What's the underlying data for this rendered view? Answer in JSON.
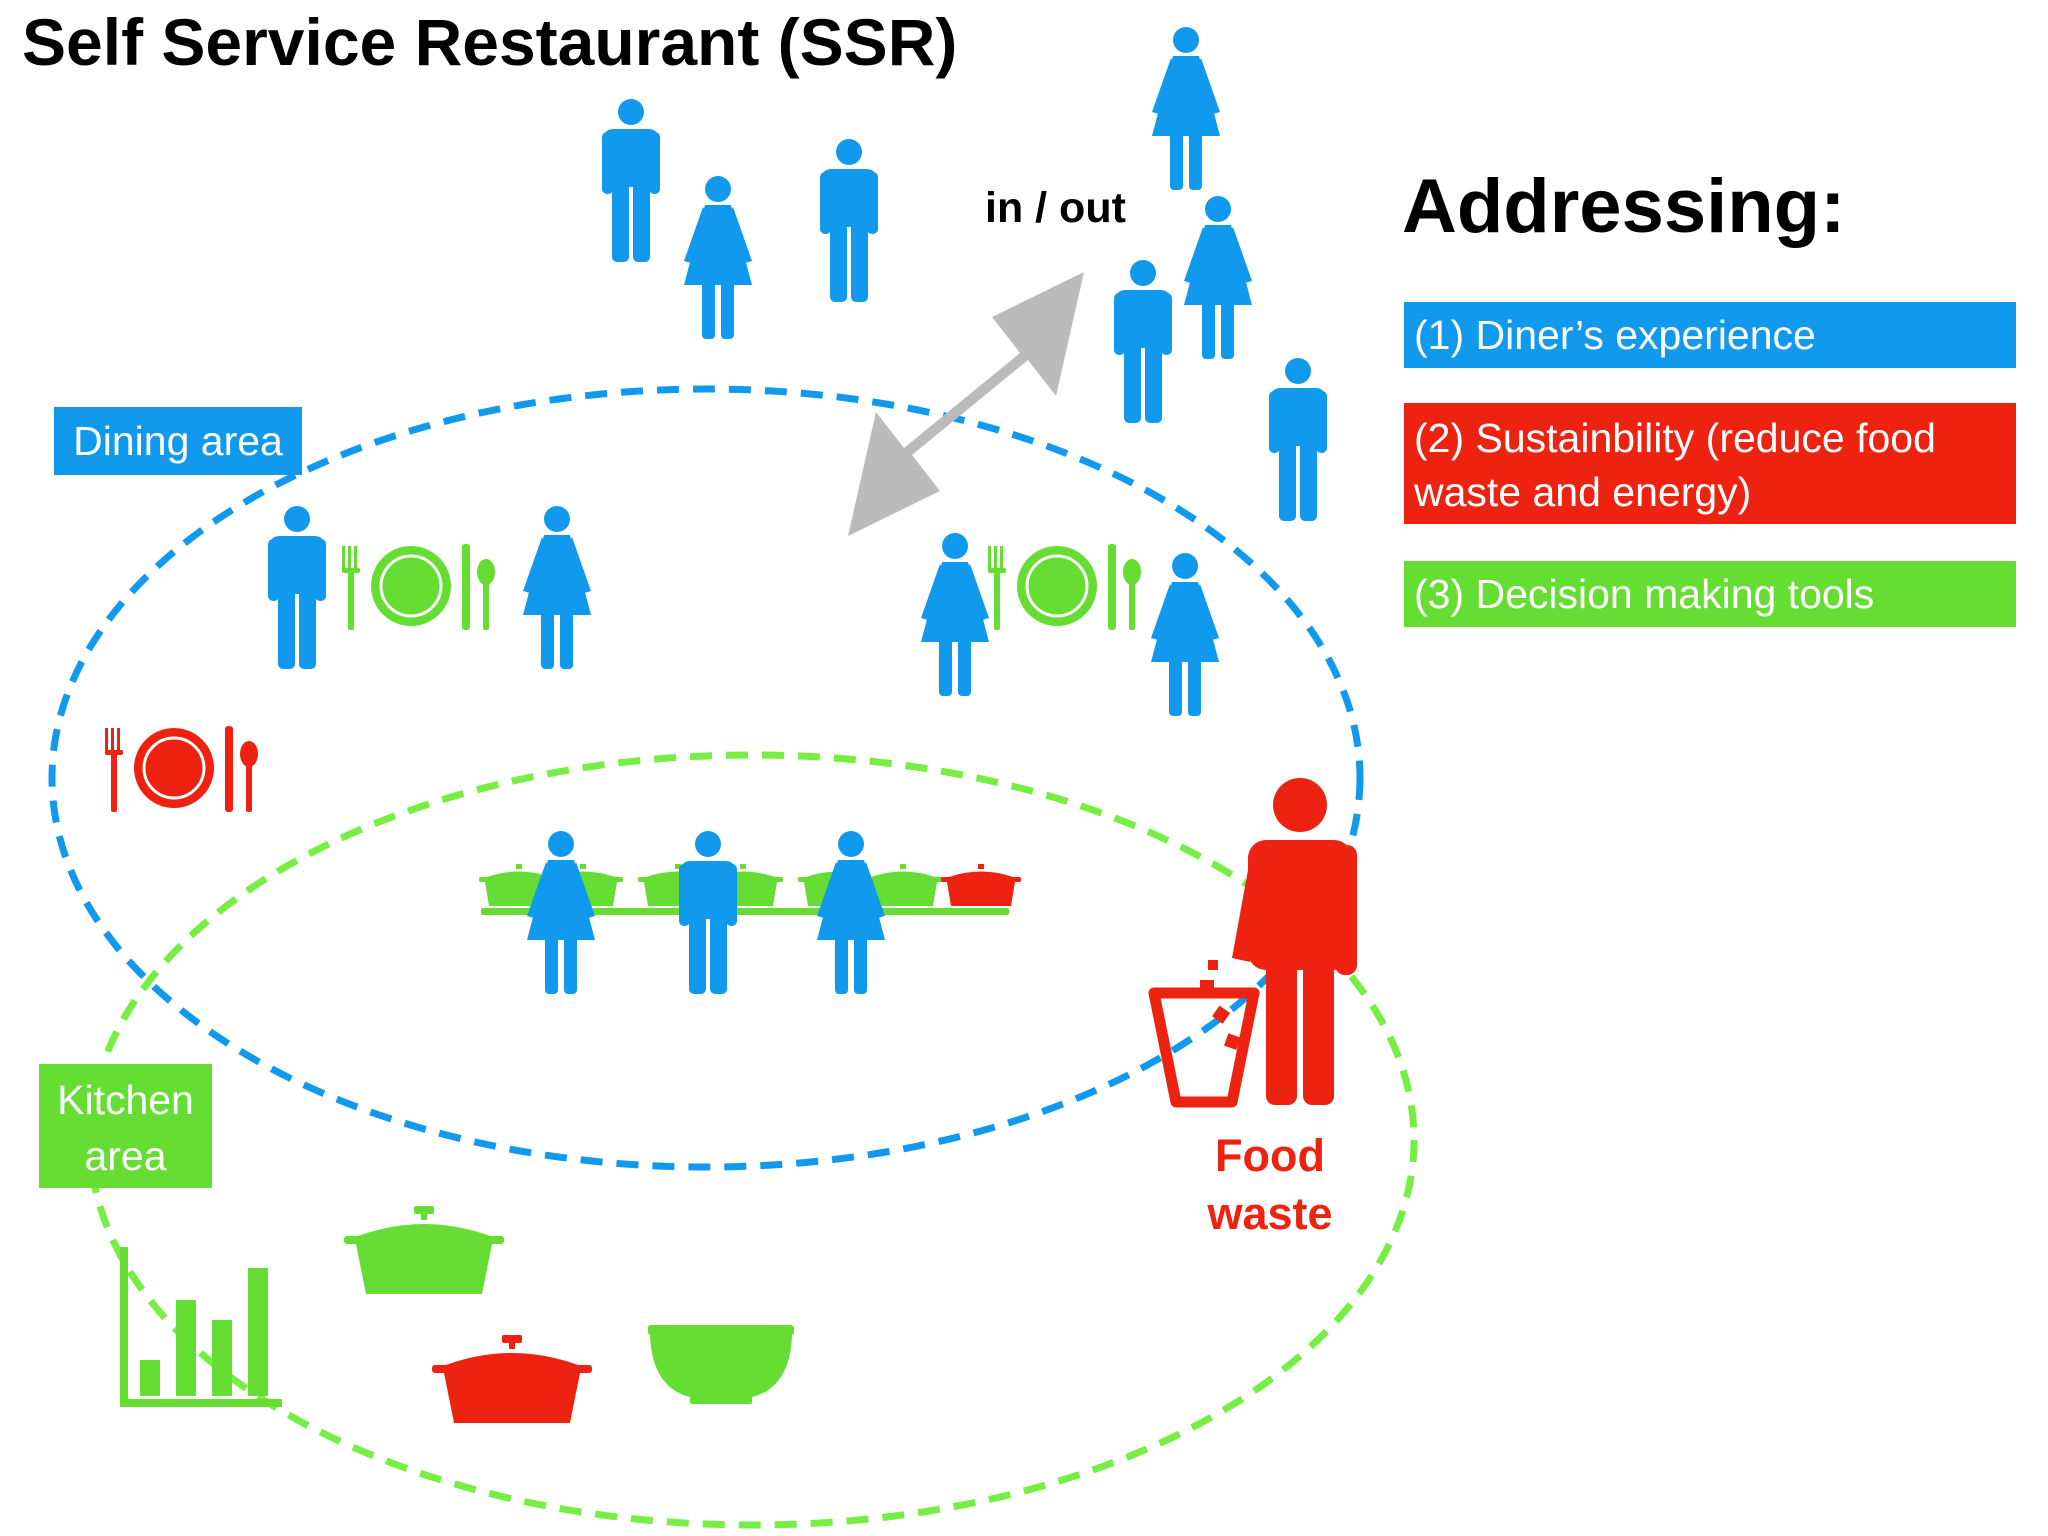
{
  "title": "Self Service Restaurant (SSR)",
  "in_out_label": "in / out",
  "addressing": {
    "heading": "Addressing:",
    "items": [
      {
        "label": "(1) Diner’s experience",
        "color": "#1199ee"
      },
      {
        "label": "(2) Sustainbility (reduce food waste and energy)",
        "color": "#ee2211"
      },
      {
        "label": "(3) Decision making tools",
        "color": "#66dd33"
      }
    ]
  },
  "areas": {
    "dining": {
      "label": "Dining area",
      "color": "#1199ee"
    },
    "kitchen": {
      "label": "Kitchen\narea",
      "color": "#66dd33"
    }
  },
  "food_waste_label": "Food\nwaste",
  "colors": {
    "blue": "#1199ee",
    "red": "#ee2211",
    "green": "#66dd33",
    "arrow": "#bbbbbb"
  },
  "icons": [
    "person-male-icon",
    "person-female-icon",
    "place-setting-icon",
    "pot-icon",
    "bowl-icon",
    "bar-chart-icon",
    "trash-bin-icon",
    "double-arrow-icon"
  ]
}
